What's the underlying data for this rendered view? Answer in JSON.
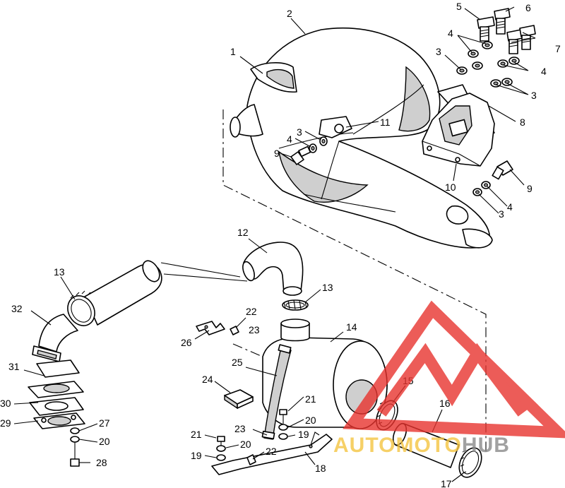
{
  "callouts": [
    {
      "id": "c1",
      "text": "1"
    },
    {
      "id": "c2",
      "text": "2"
    },
    {
      "id": "c3a",
      "text": "3"
    },
    {
      "id": "c3b",
      "text": "3"
    },
    {
      "id": "c3c",
      "text": "3"
    },
    {
      "id": "c3d",
      "text": "3"
    },
    {
      "id": "c4a",
      "text": "4"
    },
    {
      "id": "c4b",
      "text": "4"
    },
    {
      "id": "c4c",
      "text": "4"
    },
    {
      "id": "c4d",
      "text": "4"
    },
    {
      "id": "c5",
      "text": "5"
    },
    {
      "id": "c6",
      "text": "6"
    },
    {
      "id": "c7",
      "text": "7"
    },
    {
      "id": "c8",
      "text": "8"
    },
    {
      "id": "c9a",
      "text": "9"
    },
    {
      "id": "c9b",
      "text": "9"
    },
    {
      "id": "c10",
      "text": "10"
    },
    {
      "id": "c11",
      "text": "11"
    },
    {
      "id": "c12",
      "text": "12"
    },
    {
      "id": "c13a",
      "text": "13"
    },
    {
      "id": "c13b",
      "text": "13"
    },
    {
      "id": "c14",
      "text": "14"
    },
    {
      "id": "c15",
      "text": "15"
    },
    {
      "id": "c16",
      "text": "16"
    },
    {
      "id": "c17",
      "text": "17"
    },
    {
      "id": "c18",
      "text": "18"
    },
    {
      "id": "c19a",
      "text": "19"
    },
    {
      "id": "c19b",
      "text": "19"
    },
    {
      "id": "c20a",
      "text": "20"
    },
    {
      "id": "c20b",
      "text": "20"
    },
    {
      "id": "c20c",
      "text": "20"
    },
    {
      "id": "c21a",
      "text": "21"
    },
    {
      "id": "c21b",
      "text": "21"
    },
    {
      "id": "c22a",
      "text": "22"
    },
    {
      "id": "c22b",
      "text": "22"
    },
    {
      "id": "c23a",
      "text": "23"
    },
    {
      "id": "c23b",
      "text": "23"
    },
    {
      "id": "c24",
      "text": "24"
    },
    {
      "id": "c25",
      "text": "25"
    },
    {
      "id": "c26",
      "text": "26"
    },
    {
      "id": "c27",
      "text": "27"
    },
    {
      "id": "c28",
      "text": "28"
    },
    {
      "id": "c29",
      "text": "29"
    },
    {
      "id": "c30",
      "text": "30"
    },
    {
      "id": "c31",
      "text": "31"
    },
    {
      "id": "c32",
      "text": "32"
    }
  ],
  "watermark": {
    "text_auto": "AUTOMOTO",
    "text_hub": "HUB",
    "color_auto": "#f5c542",
    "color_hub": "#8a8a8a",
    "logo_color": "#e8342f"
  }
}
